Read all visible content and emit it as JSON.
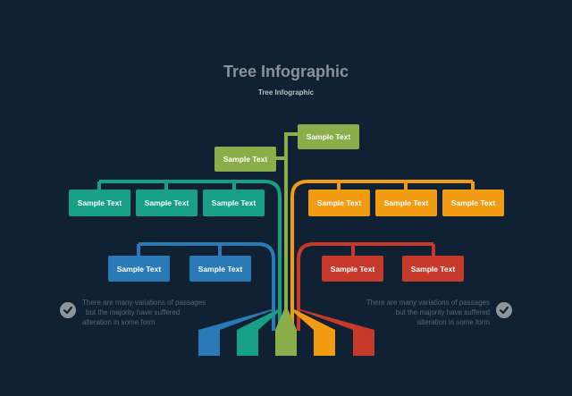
{
  "header": {
    "title": "Tree Infographic",
    "subtitle": "Tree Infographic"
  },
  "boxes": {
    "green_top": "Sample Text",
    "green_left": "Sample Text",
    "teal_1": "Sample Text",
    "teal_2": "Sample Text",
    "teal_3": "Sample Text",
    "blue_1": "Sample Text",
    "blue_2": "Sample Text",
    "orange_1": "Sample Text",
    "orange_2": "Sample Text",
    "orange_3": "Sample Text",
    "red_1": "Sample Text",
    "red_2": "Sample Text"
  },
  "notes": {
    "left": {
      "line1": "There are many variations of passages",
      "line2": "but the majority have  suffered",
      "line3": "alteration in some form",
      "icon": "check-icon"
    },
    "right": {
      "line1": "There are many variations of passages",
      "line2": "but the majority have  suffered",
      "line3": "alteration in some form",
      "icon": "check-icon"
    }
  },
  "colors": {
    "background": "#0f2132",
    "teal": "#17a085",
    "blue": "#2a7ab8",
    "green": "#8bae4a",
    "orange": "#f29c14",
    "red": "#c6392b",
    "note_text": "#5c6670",
    "check_circle": "#8e959b"
  }
}
